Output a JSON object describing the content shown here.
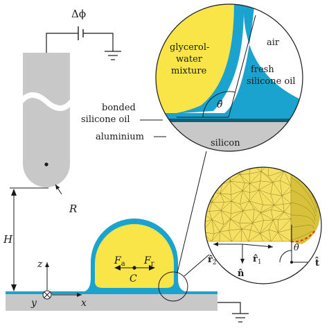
{
  "labels": {
    "voltage": "Δϕ",
    "tip_radius": "R",
    "height": "H",
    "axis_z": "z",
    "axis_y": "y",
    "axis_x": "x",
    "force_a": "F",
    "force_a_sub": "a",
    "force_r": "F",
    "force_r_sub": "r",
    "centroid": "C",
    "inset_glycerol": [
      "glycerol-",
      "water",
      "mixture"
    ],
    "inset_air": "air",
    "inset_fresh_oil": [
      "fresh",
      "silicone oil"
    ],
    "inset_silicon": "silicon",
    "inset_theta": "θ̃",
    "bonded_oil": [
      "bonded",
      "silicone oil"
    ],
    "aluminium": "aluminium",
    "mesh_r2": "r̂",
    "mesh_r2_sub": "2",
    "mesh_r1": "r̂",
    "mesh_r1_sub": "1",
    "mesh_n": "n̂",
    "mesh_t": "t̂",
    "mesh_theta": "θ̃"
  },
  "colors": {
    "droplet_yellow": "#f9e547",
    "oil_blue": "#1ba3cf",
    "bonded_oil_dark": "#145d73",
    "substrate_gray": "#c8c8c8",
    "needle_gray": "#c8c8c8",
    "mesh_dark": "#d9c23b",
    "contact_line_red": "#e23a1d",
    "line_black": "#1a1a1a"
  }
}
